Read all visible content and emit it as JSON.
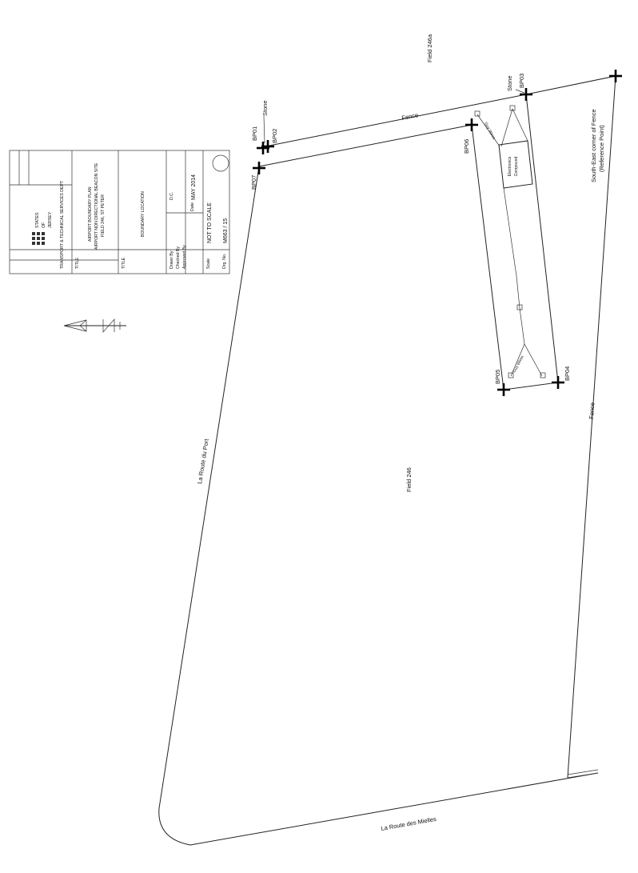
{
  "labels": {
    "field_246a": "Field 246a",
    "field_246": "Field 246",
    "fence_top": "Fence",
    "fence_right": "Fence",
    "stone_left": "Stone",
    "stone_right": "Stone",
    "route_du_port": "La Route du Port",
    "route_des_mielles": "La Route des Mielles",
    "reference_line1": "South-East corner of Fence",
    "reference_line2": "(Reference Point)",
    "compound_line1": "Electronics",
    "compound_line2": "Compound",
    "guy_wires_upper": "Guy Wires",
    "guy_wires_lower": "Guy Wires"
  },
  "boundary_points": [
    "BP01",
    "BP02",
    "BP03",
    "BP04",
    "BP05",
    "BP06",
    "BP07"
  ],
  "title_block": {
    "dept": "TRANSPORT & TECHNICAL SERVICES DEPT",
    "states": "STATES",
    "of": "OF",
    "jersey": "JERSEY",
    "title_label": "TITLE",
    "title_line1": "AIRPORT BOUNDARY PLAN",
    "title_line2": "AIRPORT NON DIRECTIONAL BEACON SITE",
    "title_line3": "FIELD 246, ST PETER",
    "sub_label": "TITLE",
    "subtitle": "BOUNDARY LOCATION",
    "date_label": "Date",
    "date": "MAY 2014",
    "scale_label": "Scale",
    "scale": "NOT TO SCALE",
    "drg_label": "Drg. No.",
    "drg_no": "M663 / 15",
    "drawn_by": "Drawn By",
    "checked_by": "Checked By",
    "approved_by": "Approved By",
    "drawn_val": "D.C."
  },
  "colors": {
    "ink": "#111111",
    "paper": "#ffffff"
  }
}
